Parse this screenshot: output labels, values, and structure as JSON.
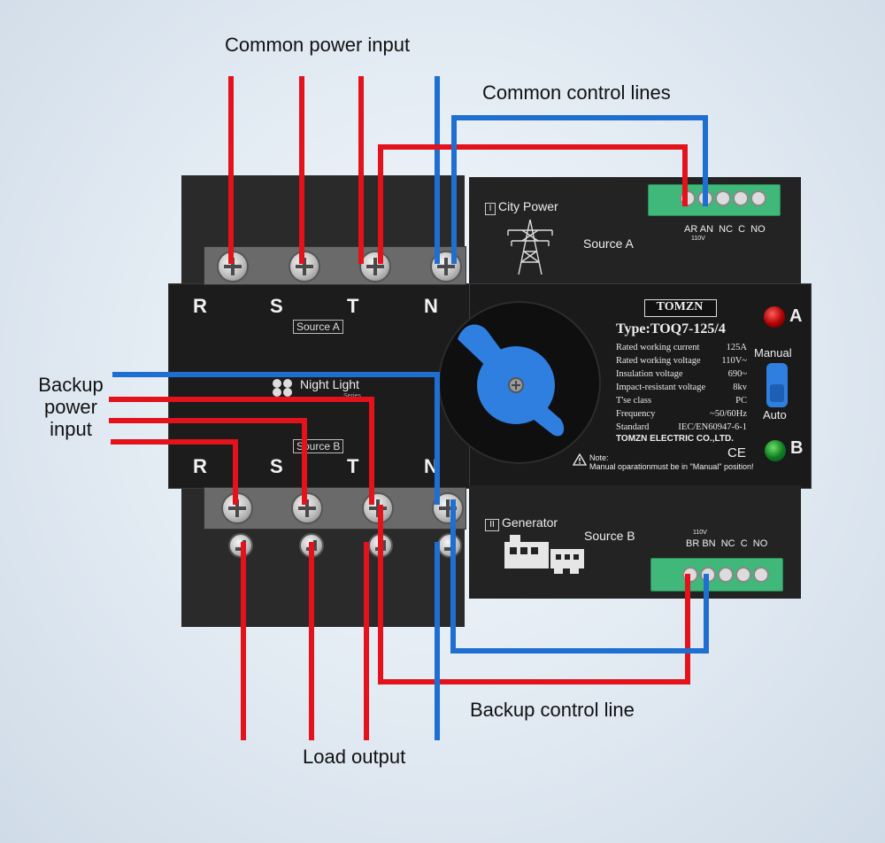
{
  "callouts": {
    "common_power_input": "Common power input",
    "common_control_lines": "Common control lines",
    "backup_power_input": "Backup\npower\ninput",
    "backup_control_line": "Backup control line",
    "load_output": "Load output"
  },
  "terminals_top": [
    "R",
    "S",
    "T",
    "N"
  ],
  "terminals_bottom": [
    "R",
    "S",
    "T",
    "N"
  ],
  "source_a_tag": "Source A",
  "source_b_tag": "Source B",
  "night_light": {
    "name": "Night Light",
    "sub": "Series"
  },
  "city_power": {
    "label": "City Power",
    "source": "Source A",
    "terminals": "AR AN  NC  C  NO",
    "voltage": "110V"
  },
  "generator": {
    "label": "Generator",
    "source": "Source B",
    "terminals": "BR BN  NC  C  NO",
    "voltage": "110V"
  },
  "nameplate": {
    "brand": "TOMZN",
    "type": "Type:TOQ7-125/4",
    "specs": [
      {
        "k": "Rated working current",
        "v": "125A"
      },
      {
        "k": "Rated working voltage",
        "v": "110V~"
      },
      {
        "k": "Insulation voltage",
        "v": "690~"
      },
      {
        "k": "Impact-resistant voltage",
        "v": "8kv"
      },
      {
        "k": "T'se class",
        "v": "PC"
      },
      {
        "k": "Frequency",
        "v": "~50/60Hz"
      },
      {
        "k": "Standard",
        "v": "IEC/EN60947-6-1"
      }
    ],
    "company": "TOMZN ELECTRIC CO.,LTD.",
    "ce": "CE",
    "note_title": "Note:",
    "note_text": "Manual oparationmust be in \"Manual\" position!"
  },
  "indicators": {
    "a": "A",
    "b": "B",
    "manual": "Manual",
    "auto": "Auto"
  },
  "colors": {
    "live_wire": "#e3121b",
    "neutral_wire": "#1f6fd1",
    "body": "#1f1f1f",
    "knob": "#2f7fe0",
    "connector": "#3fb87a"
  }
}
